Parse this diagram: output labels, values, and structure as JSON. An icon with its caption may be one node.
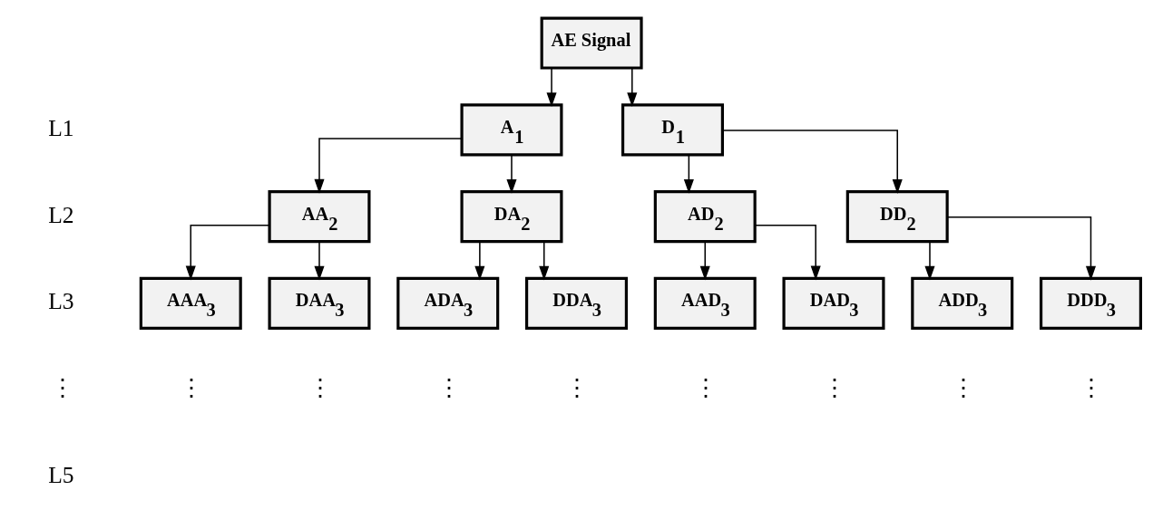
{
  "diagram": {
    "nodes": [
      {
        "text": [
          "AE Signal"
        ]
      },
      {
        "text": [
          "A$_{1}$"
        ]
      },
      {
        "text": [
          "D$_{1}$"
        ]
      },
      {
        "text": [
          "AA$_{2}$"
        ]
      },
      {
        "text": [
          "DA$_{2}$"
        ]
      },
      {
        "text": [
          "AD$_{2}$"
        ]
      },
      {
        "text": [
          "DD$_{2}$"
        ]
      },
      {
        "text": [
          "AAA$_{3}$"
        ]
      },
      {
        "text": [
          "DAA$_{3}$"
        ]
      },
      {
        "text": [
          "ADA$_{3}$"
        ]
      },
      {
        "text": [
          "DDA$_{3}$"
        ]
      },
      {
        "text": [
          "AAD$_{3}$"
        ]
      },
      {
        "text": [
          "DAD$_{3}$"
        ]
      },
      {
        "text": [
          "ADD$_{3}$"
        ]
      },
      {
        "text": [
          "DDD$_{3}$"
        ]
      }
    ],
    "edges": [
      {
        "from": 0,
        "to": 1,
        "arrow": "to"
      },
      {
        "from": 0,
        "to": 2,
        "arrow": "to"
      },
      {
        "from": 1,
        "to": 3,
        "arrow": "to"
      },
      {
        "from": 1,
        "to": 4,
        "arrow": "to"
      },
      {
        "from": 2,
        "to": 5,
        "arrow": "to"
      },
      {
        "from": 2,
        "to": 6,
        "arrow": "to"
      },
      {
        "from": 3,
        "to": 7,
        "arrow": "to"
      },
      {
        "from": 3,
        "to": 8,
        "arrow": "to"
      },
      {
        "from": 4,
        "to": 9,
        "arrow": "to"
      },
      {
        "from": 4,
        "to": 10,
        "arrow": "to"
      },
      {
        "from": 5,
        "to": 11,
        "arrow": "to"
      },
      {
        "from": 5,
        "to": 12,
        "arrow": "to"
      },
      {
        "from": 6,
        "to": 13,
        "arrow": "to"
      },
      {
        "from": 6,
        "to": 14,
        "arrow": "to"
      }
    ],
    "labels": [
      "L1",
      "L2",
      "L3",
      "⋮",
      "⋮",
      "⋮",
      "⋮",
      "⋮",
      "⋮",
      "⋮",
      "⋮",
      "⋮",
      "L5"
    ]
  }
}
